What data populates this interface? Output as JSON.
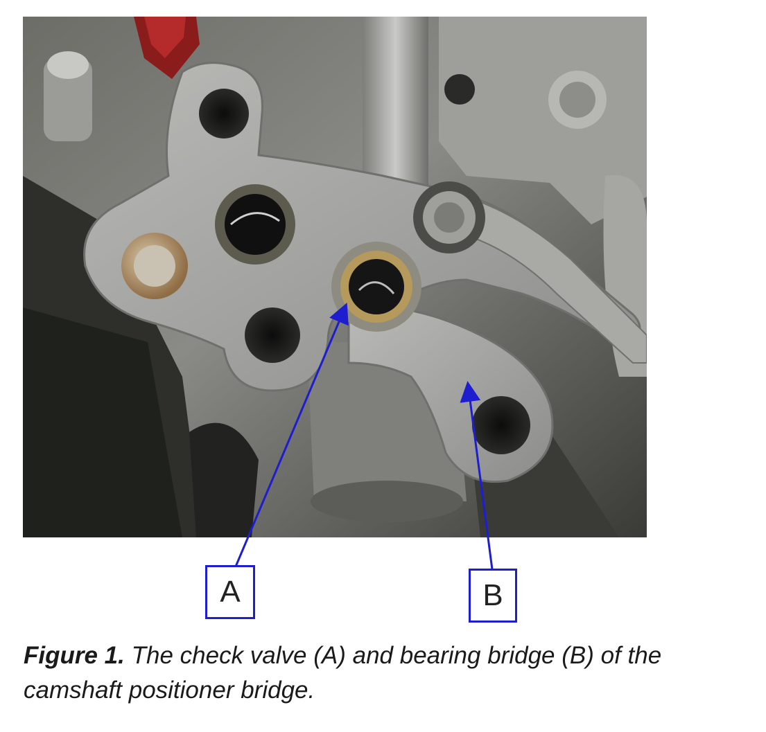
{
  "figure": {
    "callouts": [
      {
        "id": "A",
        "text": "A",
        "target": "check valve"
      },
      {
        "id": "B",
        "text": "B",
        "target": "bearing bridge"
      }
    ],
    "caption": {
      "number": "Figure 1.",
      "text": "The check valve (A) and bearing bridge (B) of the camshaft positioner bridge."
    }
  },
  "colors": {
    "callout_line": "#1e1ed0",
    "callout_border": "#1e1ed0",
    "caption_text": "#1a1a1a",
    "background": "#ffffff"
  }
}
